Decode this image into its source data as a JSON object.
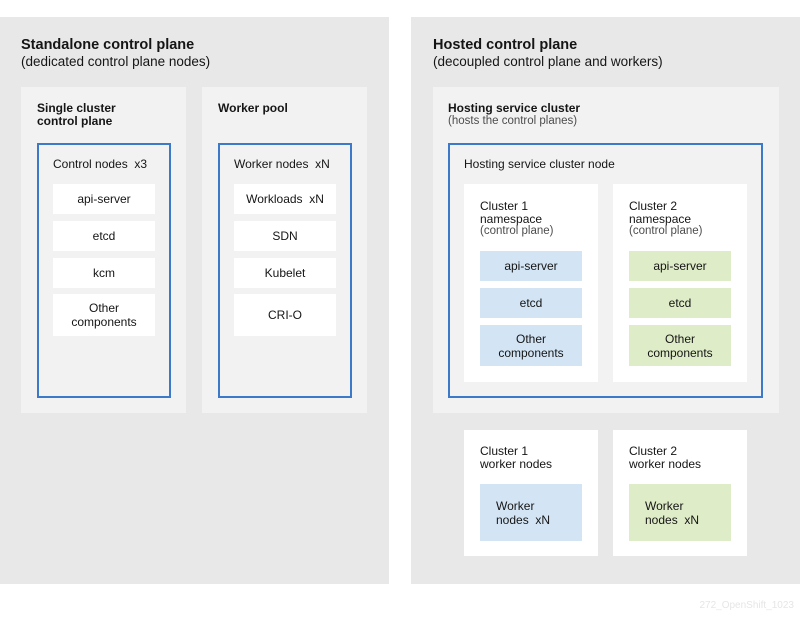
{
  "standalone": {
    "title": "Standalone control plane",
    "subtitle": "(dedicated control plane nodes)",
    "single_cluster": {
      "title": "Single cluster\ncontrol plane",
      "control_nodes": {
        "title": "Control nodes  x3",
        "items": [
          "api-server",
          "etcd",
          "kcm",
          "Other\ncomponents"
        ]
      }
    },
    "worker_pool": {
      "title": "Worker pool",
      "worker_nodes": {
        "title": "Worker nodes  xN",
        "items": [
          "Workloads  xN",
          "SDN",
          "Kubelet",
          "CRI-O"
        ]
      }
    }
  },
  "hosted": {
    "title": "Hosted control plane",
    "subtitle": "(decoupled control plane and workers)",
    "hosting_cluster": {
      "title": "Hosting service cluster",
      "subtitle": "(hosts the control planes)",
      "node": {
        "title": "Hosting service cluster node",
        "cluster1": {
          "title": "Cluster 1\nnamespace",
          "subtitle": "(control plane)",
          "items": [
            "api-server",
            "etcd",
            "Other\ncomponents"
          ]
        },
        "cluster2": {
          "title": "Cluster 2\nnamespace",
          "subtitle": "(control plane)",
          "items": [
            "api-server",
            "etcd",
            "Other\ncomponents"
          ]
        }
      }
    },
    "cluster1_workers": {
      "title": "Cluster 1\nworker nodes",
      "box": "Worker\nnodes  xN"
    },
    "cluster2_workers": {
      "title": "Cluster 2\nworker nodes",
      "box": "Worker\nnodes  xN"
    }
  },
  "watermark": "272_OpenShift_1023",
  "colors": {
    "panel": "#e8e8e8",
    "subpanel": "#f2f2f2",
    "border": "#3c79c9",
    "cluster1_fill": "#d3e5f5",
    "cluster2_fill": "#dfecc8"
  }
}
